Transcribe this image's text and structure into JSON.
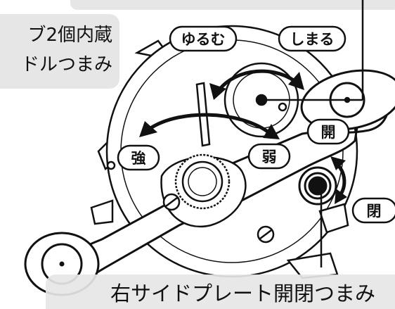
{
  "callouts": {
    "top_left_line1": "ブ2個内蔵",
    "top_left_line2": "ドルつまみ",
    "bottom": "右サイドプレート開閉つまみ"
  },
  "pills": {
    "loosen": "ゆるむ",
    "tighten": "しまる",
    "strong": "強",
    "weak": "弱",
    "open": "開",
    "close": "閉"
  }
}
